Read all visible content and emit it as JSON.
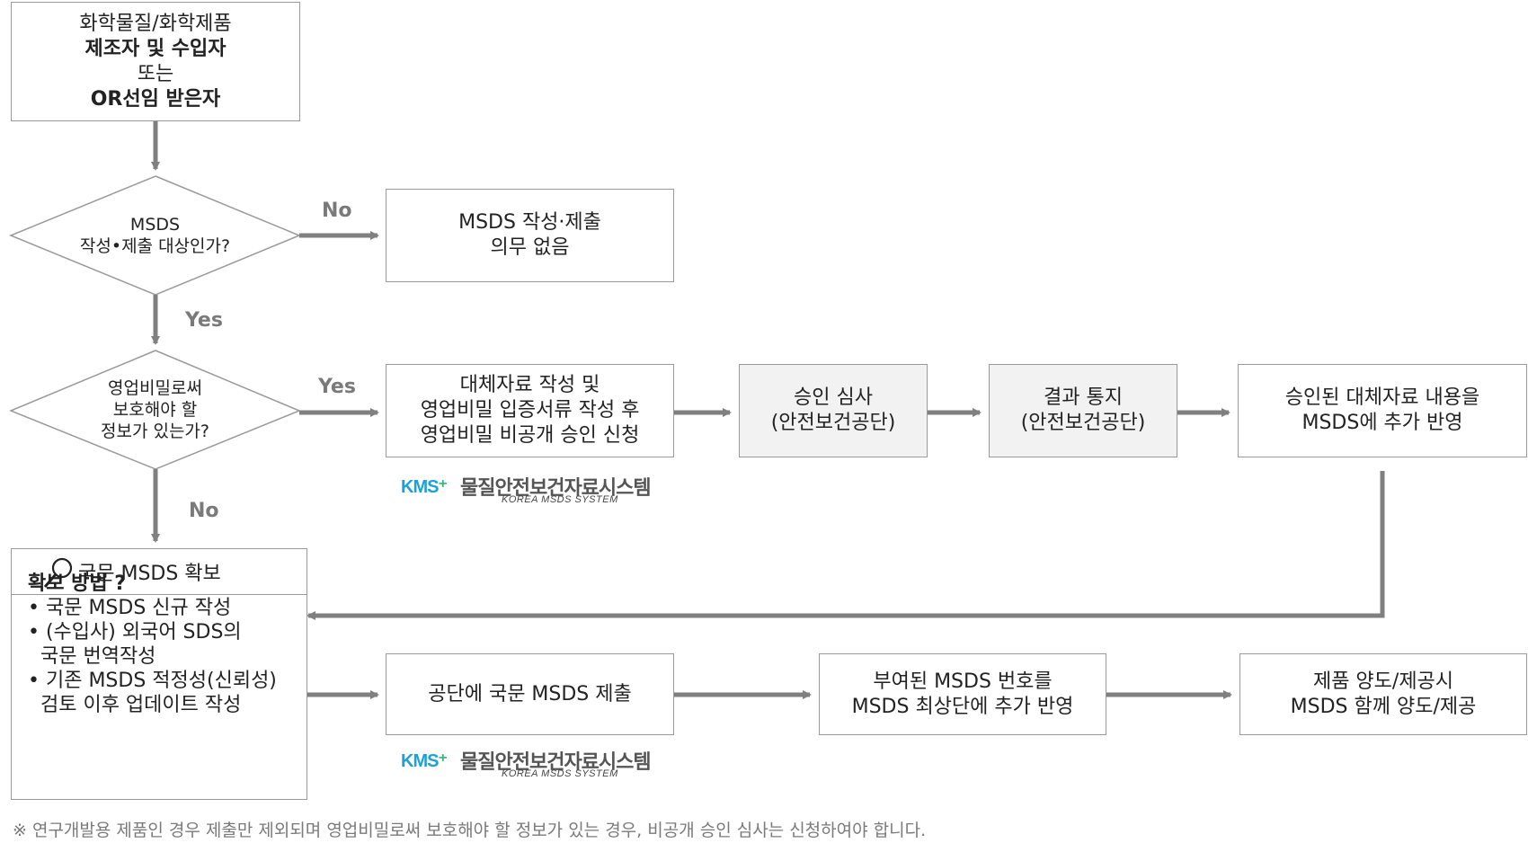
{
  "top_box": {
    "line1": "화학물질/화학제품",
    "line2": "제조자 및 수입자",
    "line3": "또는",
    "line4": "OR선임 받은자"
  },
  "decision1": {
    "line1": "MSDS",
    "line2": "작성•제출 대상인가?"
  },
  "decision2": {
    "line1": "영업비밀로써",
    "line2": "보호해야 할",
    "line3": "정보가 있는가?"
  },
  "labels": {
    "no1": "No",
    "yes1": "Yes",
    "yes2": "Yes",
    "no2": "No"
  },
  "no_obligation": {
    "line1": "MSDS 작성·제출",
    "line2": "의무 없음"
  },
  "alt_data_box": {
    "line1": "대체자료 작성 및",
    "line2": "영업비밀 입증서류 작성 후",
    "line3": "영업비밀 비공개 승인 신청"
  },
  "approval_review": {
    "line1": "승인 심사",
    "line2": "(안전보건공단)"
  },
  "result_notice": {
    "line1": "결과 통지",
    "line2": "(안전보건공단)"
  },
  "reflect_box": {
    "line1": "승인된 대체자료 내용을",
    "line2": "MSDS에 추가 반영"
  },
  "secure_box": {
    "title": "국문 MSDS 확보",
    "method_title": "확보 방법 ?",
    "item1": "• 국문 MSDS 신규 작성",
    "item2a": "• (수입사) 외국어 SDS의",
    "item2b": "  국문 번역작성",
    "item3a": "• 기존 MSDS 적정성(신뢰성)",
    "item3b": "  검토 이후 업데이트 작성"
  },
  "submit_box": {
    "line1": "공단에 국문 MSDS 제출"
  },
  "number_box": {
    "line1": "부여된 MSDS 번호를",
    "line2": "MSDS 최상단에 추가 반영"
  },
  "transfer_box": {
    "line1": "제품 양도/제공시",
    "line2": "MSDS 함께 양도/제공"
  },
  "logo": {
    "mark": "KMS",
    "korean": "물질안전보건자료시스템",
    "english": "KOREA MSDS SYSTEM"
  },
  "footer": "※ 연구개발용 제품인 경우 제출만 제외되며 영업비밀로써 보호해야 할 정보가 있는 경우, 비공개 승인 심사는 신청하여야 합니다.",
  "colors": {
    "arrow": "#808080",
    "border": "#9a9a9a",
    "gray_fill": "#f2f2f2",
    "logo_blue": "#1da1d8",
    "logo_green": "#36b37e"
  }
}
